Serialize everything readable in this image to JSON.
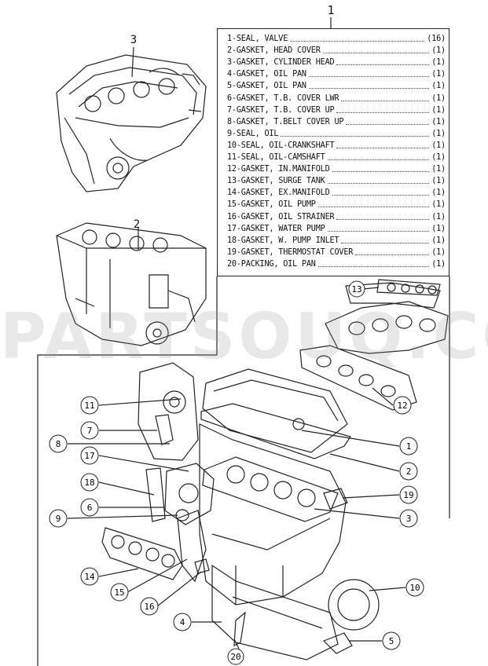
{
  "assembly_label": "1",
  "parts": [
    {
      "name": "1-SEAL, VALVE",
      "qty": "(16)"
    },
    {
      "name": "2-GASKET, HEAD COVER",
      "qty": "(1)"
    },
    {
      "name": "3-GASKET, CYLINDER HEAD",
      "qty": "(1)"
    },
    {
      "name": "4-GASKET, OIL PAN",
      "qty": "(1)"
    },
    {
      "name": "5-GASKET, OIL PAN",
      "qty": "(1)"
    },
    {
      "name": "6-GASKET, T.B. COVER LWR",
      "qty": "(1)"
    },
    {
      "name": "7-GASKET, T.B. COVER UP",
      "qty": "(1)"
    },
    {
      "name": "8-GASKET, T.BELT COVER UP",
      "qty": "(1)"
    },
    {
      "name": "9-SEAL, OIL",
      "qty": "(1)"
    },
    {
      "name": "10-SEAL, OIL-CRANKSHAFT",
      "qty": "(1)"
    },
    {
      "name": "11-SEAL, OIL-CAMSHAFT",
      "qty": "(1)"
    },
    {
      "name": "12-GASKET, IN.MANIFOLD",
      "qty": "(1)"
    },
    {
      "name": "13-GASKET, SURGE TANK",
      "qty": "(1)"
    },
    {
      "name": "14-GASKET, EX.MANIFOLD",
      "qty": "(1)"
    },
    {
      "name": "15-GASKET, OIL PUMP",
      "qty": "(1)"
    },
    {
      "name": "16-GASKET, OIL STRAINER",
      "qty": "(1)"
    },
    {
      "name": "17-GASKET, WATER PUMP",
      "qty": "(1)"
    },
    {
      "name": "18-GASKET, W. PUMP INLET",
      "qty": "(1)"
    },
    {
      "name": "19-GASKET, THERMOSTAT COVER",
      "qty": "(1)"
    },
    {
      "name": "20-PACKING, OIL PAN",
      "qty": "(1)"
    }
  ],
  "callouts": {
    "c1": "1",
    "c2": "2",
    "c3": "3",
    "c4": "4",
    "c5": "5",
    "c6": "6",
    "c7": "7",
    "c8": "8",
    "c9": "9",
    "c10": "10",
    "c11": "11",
    "c12": "12",
    "c13": "13",
    "c14": "14",
    "c15": "15",
    "c16": "16",
    "c17": "17",
    "c18": "18",
    "c19": "19",
    "c20": "20"
  },
  "plain_labels": {
    "head_assy": "3",
    "block_assy": "2"
  },
  "watermark": "PARTSOUQ.COM"
}
